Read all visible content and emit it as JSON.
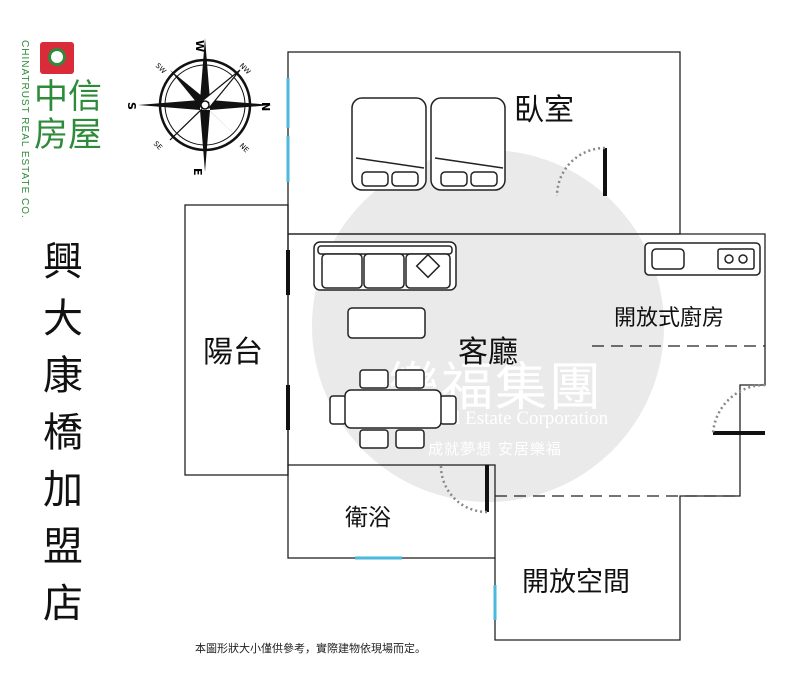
{
  "brand": {
    "english_name": "CHINATRUST REAL ESTATE CO.",
    "chinese_name": "中信房屋"
  },
  "store": {
    "name": "興大康橋加盟店"
  },
  "compass": {
    "north": "N",
    "south": "S",
    "east": "E",
    "west": "W",
    "ne": "NE",
    "nw": "NW",
    "se": "SE",
    "sw": "SW"
  },
  "rooms": {
    "bedroom": "臥室",
    "balcony": "陽台",
    "living_room": "客廳",
    "open_kitchen": "開放式廚房",
    "bathroom": "衛浴",
    "open_space": "開放空間"
  },
  "watermark": {
    "main": "樂福集團",
    "english": "Love Real Estate Corporation",
    "slogan": "成就夢想 安居樂福"
  },
  "disclaimer": "本圖形狀大小僅供參考，實際建物依現場而定。",
  "colors": {
    "brand_green": "#2e8b3a",
    "brand_red": "#d92b3a",
    "window_blue": "#49b9dc",
    "wall": "#222222"
  }
}
